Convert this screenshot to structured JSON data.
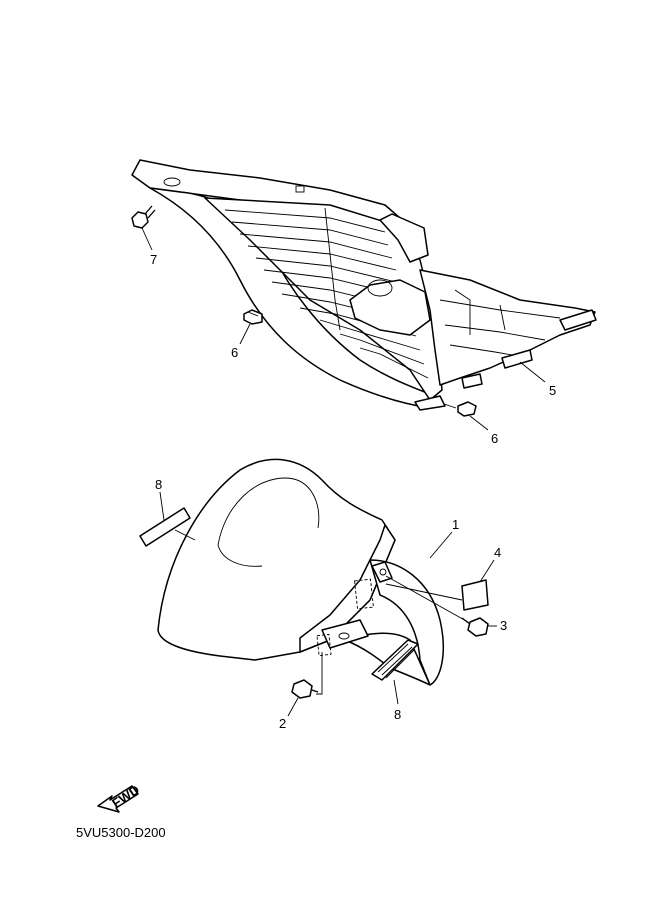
{
  "diagram_code": "5VU5300-D200",
  "fwd_label": "FWD",
  "callouts": {
    "c1": "1",
    "c2": "2",
    "c3": "3",
    "c4": "4",
    "c5": "5",
    "c6a": "6",
    "c6b": "6",
    "c7": "7",
    "c8a": "8",
    "c8b": "8"
  },
  "icons": {
    "fwd_arrow": "fwd-arrow-icon"
  }
}
